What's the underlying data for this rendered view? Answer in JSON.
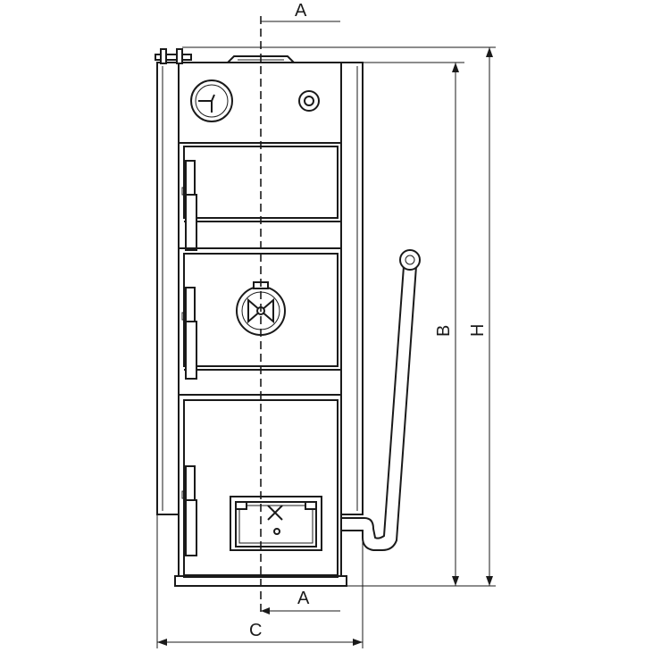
{
  "dimensions": {
    "a_top": "A",
    "a_bottom": "A",
    "b": "B",
    "h": "H",
    "c": "C"
  },
  "colors": {
    "line": "#1a1a1a",
    "background": "#ffffff"
  },
  "icons": {
    "thermometer": "pressure-temperature-gauge-icon",
    "knob": "control-knob-icon",
    "damper": "air-damper-icon",
    "lever": "lever-handle-icon"
  }
}
